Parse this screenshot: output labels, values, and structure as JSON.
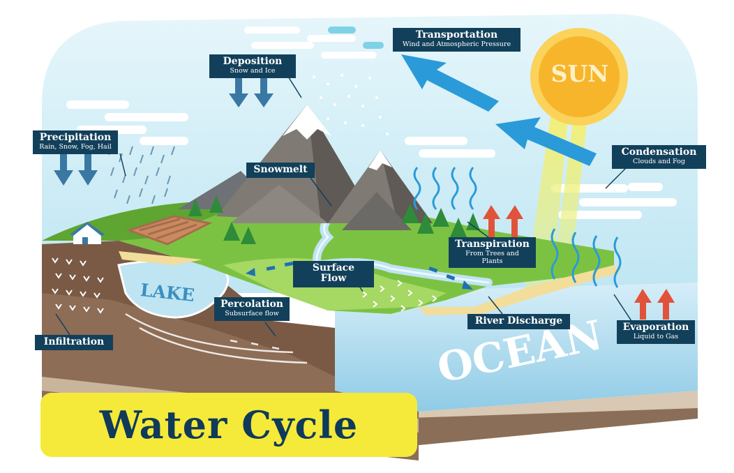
{
  "title": "Water Cycle",
  "big_labels": {
    "sun": "SUN",
    "lake": "LAKE",
    "ocean": "OCEAN"
  },
  "labels": {
    "transportation": {
      "title": "Transportation",
      "subtitle": "Wind and Atmospheric Pressure"
    },
    "deposition": {
      "title": "Deposition",
      "subtitle": "Snow and Ice"
    },
    "precipitation": {
      "title": "Precipitation",
      "subtitle": "Rain, Snow, Fog, Hail"
    },
    "snowmelt": {
      "title": "Snowmelt"
    },
    "condensation": {
      "title": "Condensation",
      "subtitle": "Clouds and Fog"
    },
    "transpiration": {
      "title": "Transpiration",
      "subtitle": "From Trees and Plants"
    },
    "surface_flow": {
      "title": "Surface Flow"
    },
    "percolation": {
      "title": "Percolation",
      "subtitle": "Subsurface flow"
    },
    "river_discharge": {
      "title": "River Discharge"
    },
    "evaporation": {
      "title": "Evaporation",
      "subtitle": "Liquid to Gas"
    },
    "infiltration": {
      "title": "Infiltration"
    }
  },
  "colors": {
    "sky": "#cfeaf4",
    "label_bg": "#12405a",
    "grass": "#7cc242",
    "soil": "#7a5a45",
    "water": "#bfe4f2",
    "sun": "#f7b52c",
    "arrow_blue": "#2a9bd8",
    "arrow_red": "#e0533a",
    "title_yellow": "#f5ea3a",
    "title_text": "#103a5a"
  }
}
